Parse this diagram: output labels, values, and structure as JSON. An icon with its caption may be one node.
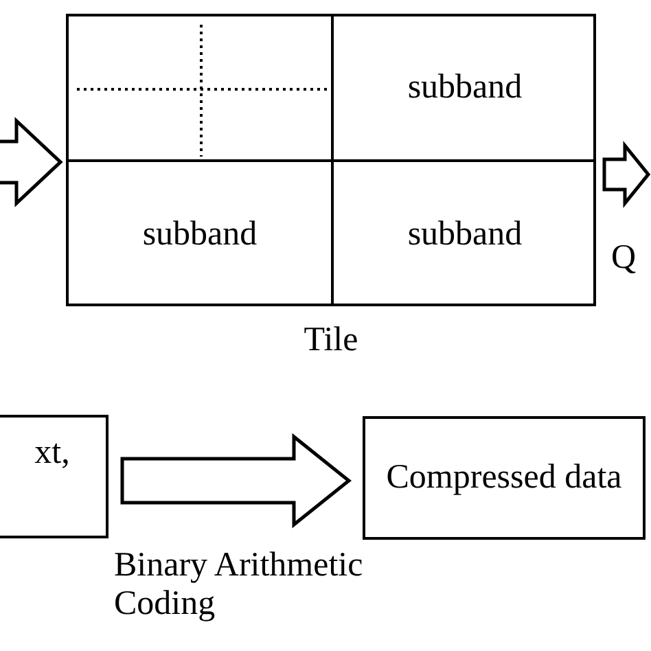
{
  "diagram": {
    "nodes": [
      {
        "text": [
          "Tile"
        ]
      },
      {
        "text": [],
        "shape": "box",
        "in": 0
      },
      {
        "text": [
          "subband"
        ],
        "in": 0
      },
      {
        "text": [
          "subband"
        ],
        "in": 0
      },
      {
        "text": [
          "subband"
        ],
        "in": 0
      },
      {
        "text": [
          "xt,"
        ]
      },
      {
        "text": [
          "Compressed data"
        ]
      }
    ],
    "edges": [
      {
        "from": null,
        "to": 0,
        "arrow": "to"
      },
      {
        "from": 0,
        "to": null,
        "arrow": "to",
        "label": "Q"
      },
      {
        "from": 5,
        "to": 6,
        "arrow": "to",
        "label": "Binary Arithmetic Coding"
      }
    ]
  }
}
